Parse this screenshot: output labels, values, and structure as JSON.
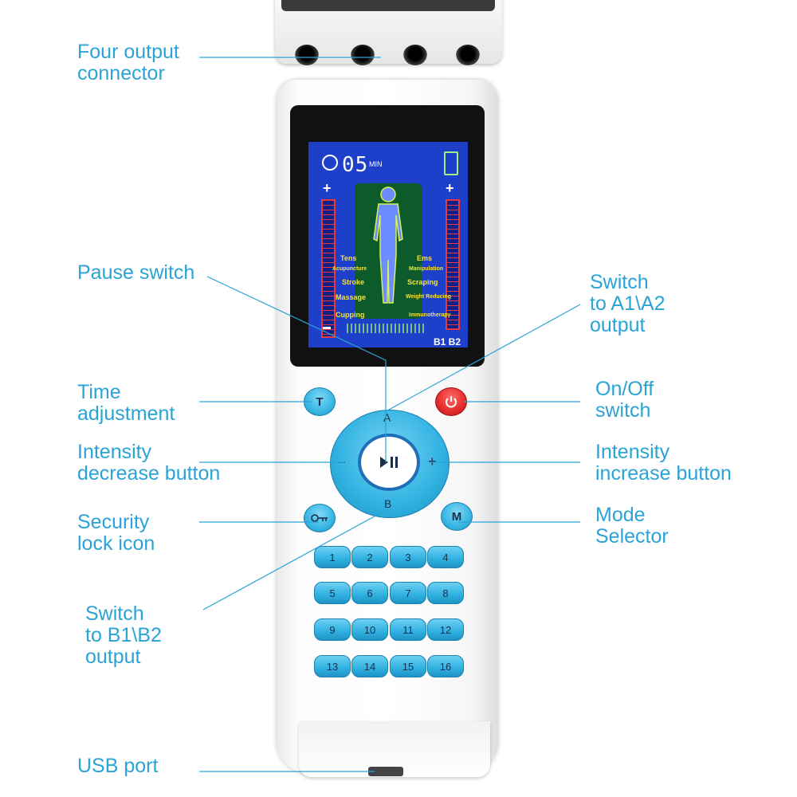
{
  "colors": {
    "label": "#2aa3d6",
    "button_blue": "#38b6e4",
    "power_red": "#e52b2b",
    "screen_blue": "#1e3fc9"
  },
  "labels": {
    "four_output_connector": [
      "Four output",
      "connector"
    ],
    "pause_switch": [
      "Pause switch"
    ],
    "switch_a": [
      "Switch",
      "to A1\\A2",
      "output"
    ],
    "time_adjustment": [
      "Time",
      "adjustment"
    ],
    "on_off": [
      "On/Off",
      "switch"
    ],
    "intensity_decrease": [
      "Intensity",
      "decrease button"
    ],
    "intensity_increase": [
      "Intensity",
      "increase button"
    ],
    "security_lock": [
      "Security",
      "lock icon"
    ],
    "mode_selector": [
      "Mode",
      "Selector"
    ],
    "switch_b": [
      "Switch",
      "to B1\\B2",
      "output"
    ],
    "usb_port": [
      "USB port"
    ]
  },
  "screen": {
    "timer": "05",
    "timer_unit": "MIN",
    "plus": "+",
    "channels": "B1 B2",
    "modes_left": [
      "Tens",
      "Acupuncture",
      "Stroke",
      "Massage",
      "Cupping"
    ],
    "modes_right": [
      "Ems",
      "Manipulation",
      "Scraping",
      "Weight Reducing",
      "Immunotherapy"
    ]
  },
  "buttons": {
    "time": "T",
    "power_icon": "power-icon",
    "mode": "M",
    "lock_icon": "key-icon",
    "center_icon": "play-pause-icon",
    "minus": "−",
    "plus": "+",
    "up": "A",
    "down": "B",
    "keypad": [
      "1",
      "2",
      "3",
      "4",
      "5",
      "6",
      "7",
      "8",
      "9",
      "10",
      "11",
      "12",
      "13",
      "14",
      "15",
      "16"
    ]
  }
}
